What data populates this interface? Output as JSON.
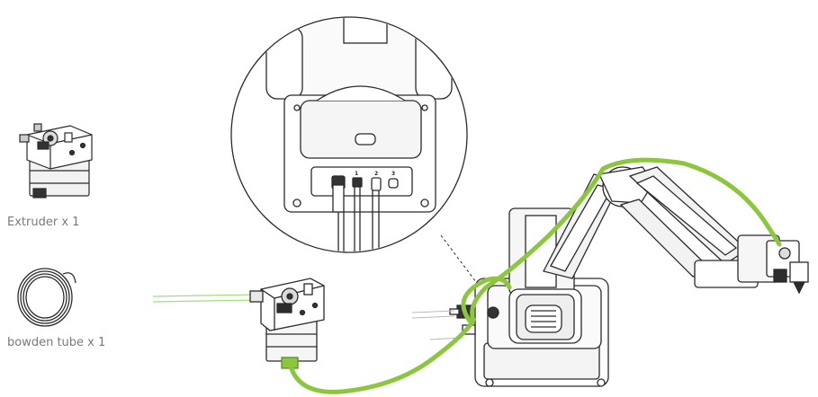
{
  "parts": [
    {
      "id": "extruder",
      "label": "Extruder x 1"
    },
    {
      "id": "bowden_tube",
      "label": "bowden tube x 1"
    }
  ],
  "port_labels": [
    "1",
    "2",
    "3"
  ],
  "colors": {
    "line": "#2a2a2a",
    "cable": "#8cc63f",
    "cable_dark": "#6aa02c",
    "filament_glow": "#9fe07a",
    "fill": "#ffffff",
    "shade": "#e6e6e6",
    "label": "#7a7a7a"
  },
  "icons": {
    "extruder": "extruder-thumbnail-icon",
    "bowden_tube": "coiled-tube-icon",
    "robot": "robotic-arm-illustration",
    "zoom": "magnified-port-callout"
  }
}
